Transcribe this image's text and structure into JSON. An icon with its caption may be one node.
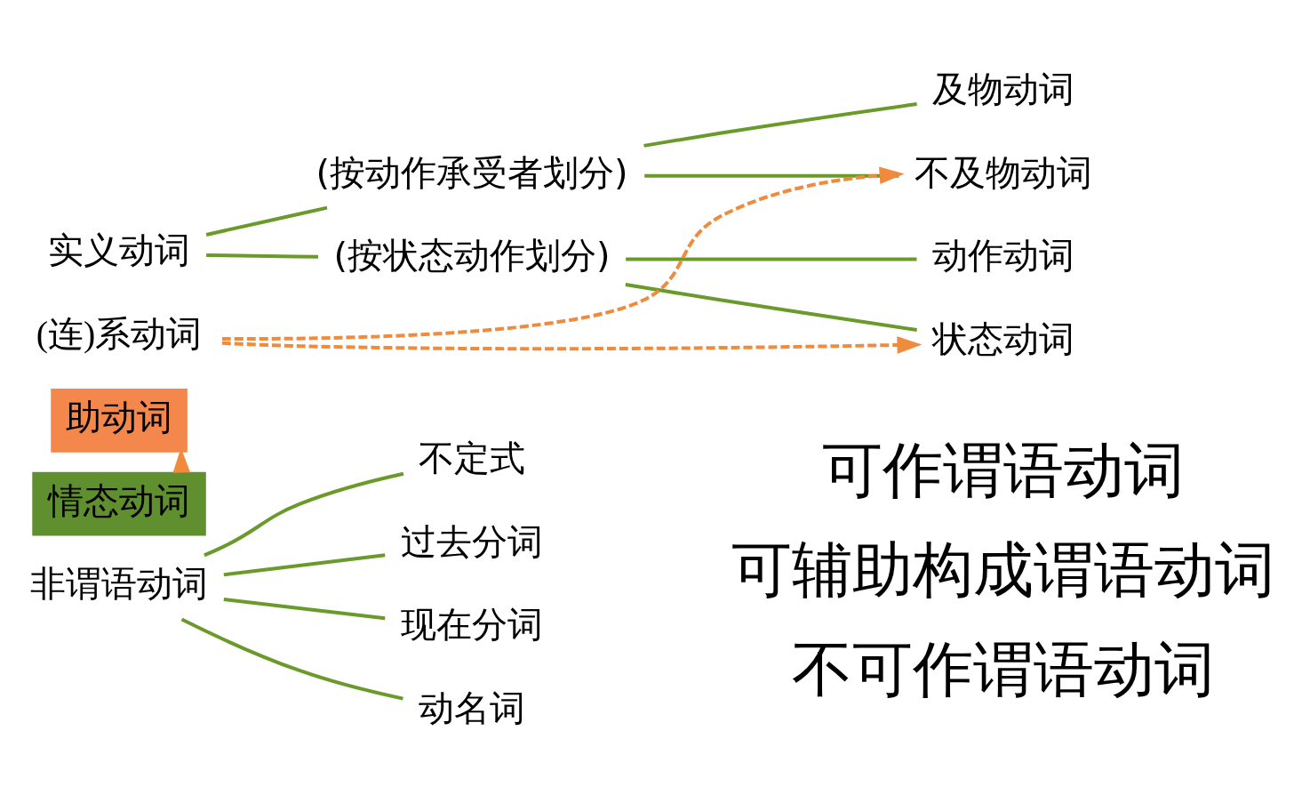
{
  "diagram": {
    "nodes": [
      {
        "text": [
          "实义动词"
        ]
      },
      {
        "text": [
          "(按动作承受者划分)"
        ]
      },
      {
        "text": [
          "及物动词"
        ]
      },
      {
        "text": [
          "不及物动词"
        ]
      },
      {
        "text": [
          "(按状态动作划分)"
        ]
      },
      {
        "text": [
          "动作动词"
        ]
      },
      {
        "text": [
          "状态动词"
        ]
      },
      {
        "text": [
          "(连)系动词"
        ]
      },
      {
        "text": [
          "助动词"
        ]
      },
      {
        "text": [
          "情态动词"
        ]
      },
      {
        "text": [
          "非谓语动词"
        ]
      },
      {
        "text": [
          "不定式"
        ]
      },
      {
        "text": [
          "过去分词"
        ]
      },
      {
        "text": [
          "现在分词"
        ]
      },
      {
        "text": [
          "动名词"
        ]
      }
    ],
    "edges": [
      {
        "from": 0,
        "to": 1,
        "arrow": "none"
      },
      {
        "from": 1,
        "to": 2,
        "arrow": "none"
      },
      {
        "from": 1,
        "to": 3,
        "arrow": "none"
      },
      {
        "from": 0,
        "to": 4,
        "arrow": "none"
      },
      {
        "from": 4,
        "to": 5,
        "arrow": "none"
      },
      {
        "from": 4,
        "to": 6,
        "arrow": "none"
      },
      {
        "from": 7,
        "to": 3,
        "arrow": "to",
        "style": "dashed",
        "color": "#f08a3c"
      },
      {
        "from": 7,
        "to": 6,
        "arrow": "to",
        "style": "dashed",
        "color": "#f08a3c"
      },
      {
        "from": 9,
        "to": 8,
        "arrow": "to",
        "style": "dashed",
        "color": "#f08a3c"
      },
      {
        "from": 10,
        "to": 11,
        "arrow": "none"
      },
      {
        "from": 10,
        "to": 12,
        "arrow": "none"
      },
      {
        "from": 10,
        "to": 13,
        "arrow": "none"
      },
      {
        "from": 10,
        "to": 14,
        "arrow": "none"
      }
    ],
    "labels": [
      "可作谓语动词",
      "可辅助构成谓语动词",
      "不可作谓语动词"
    ]
  }
}
